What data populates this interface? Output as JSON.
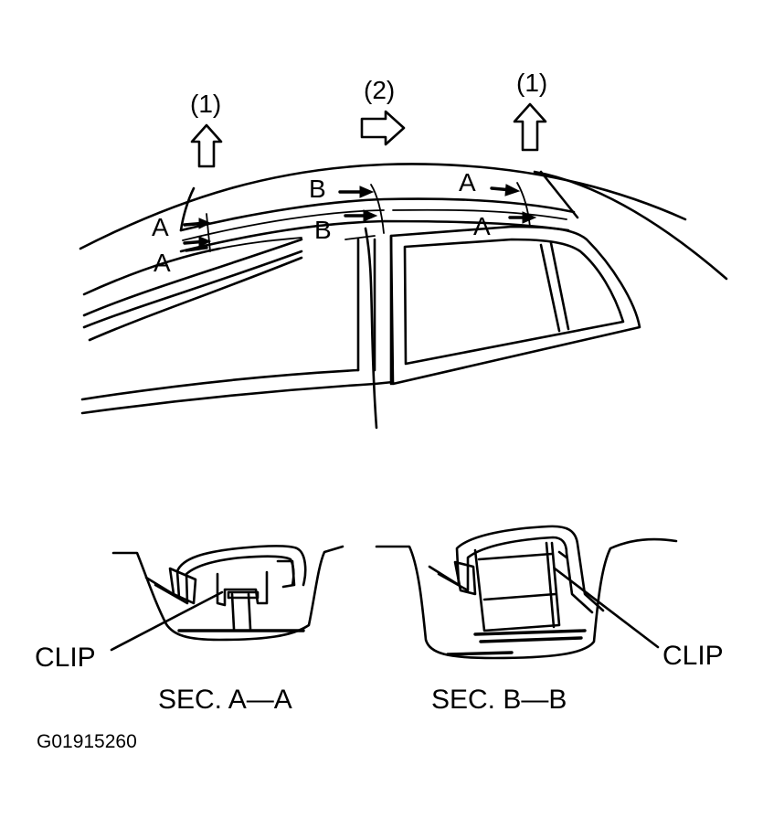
{
  "figure_id": "G01915260",
  "steps": {
    "step1_left": "(1)",
    "step2": "(2)",
    "step1_right": "(1)"
  },
  "section_markers": {
    "a_front_upper": "A",
    "a_front_lower": "A",
    "b_mid_upper": "B",
    "b_mid_lower": "B",
    "a_rear_upper": "A",
    "a_rear_lower": "A"
  },
  "sections": {
    "left_caption": "SEC. A—A",
    "right_caption": "SEC. B—B",
    "left_clip_label": "CLIP",
    "right_clip_label": "CLIP"
  }
}
